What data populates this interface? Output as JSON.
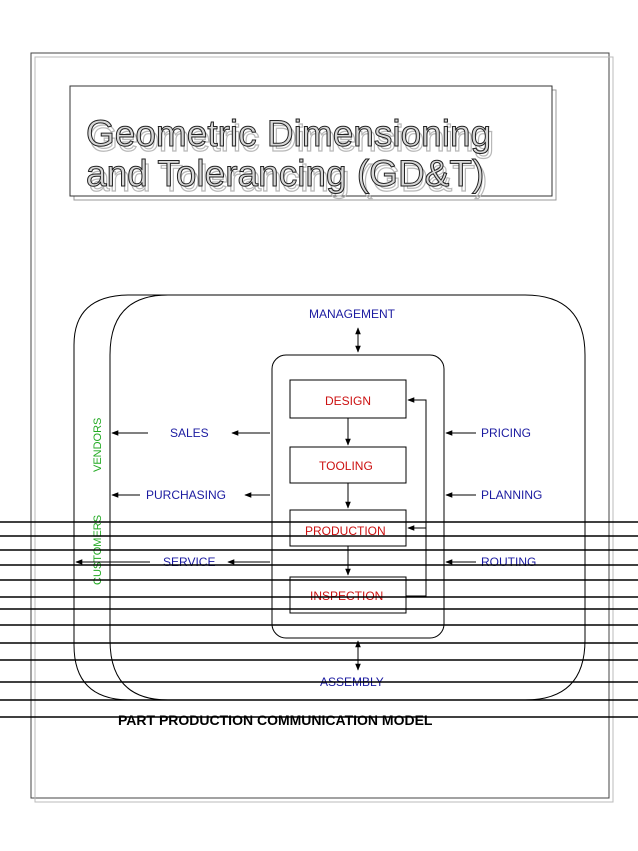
{
  "title": {
    "line1": "Geometric Dimensioning",
    "line2": "and Tolerancing (GD&T)"
  },
  "diagram": {
    "top": "MANAGEMENT",
    "bottom": "ASSEMBLY",
    "left_outer_label": "CUSTOMERS",
    "left_inner_label": "VENDORS",
    "left_items": [
      "SALES",
      "PURCHASING",
      "SERVICE"
    ],
    "right_items": [
      "PRICING",
      "PLANNING",
      "ROUTING"
    ],
    "center_boxes": [
      "DESIGN",
      "TOOLING",
      "PRODUCTION",
      "INSPECTION"
    ]
  },
  "caption": "PART PRODUCTION COMMUNICATION MODEL",
  "colors": {
    "blue_text": "#1a1aa0",
    "red_text": "#cc1111",
    "green_text": "#22aa22"
  }
}
